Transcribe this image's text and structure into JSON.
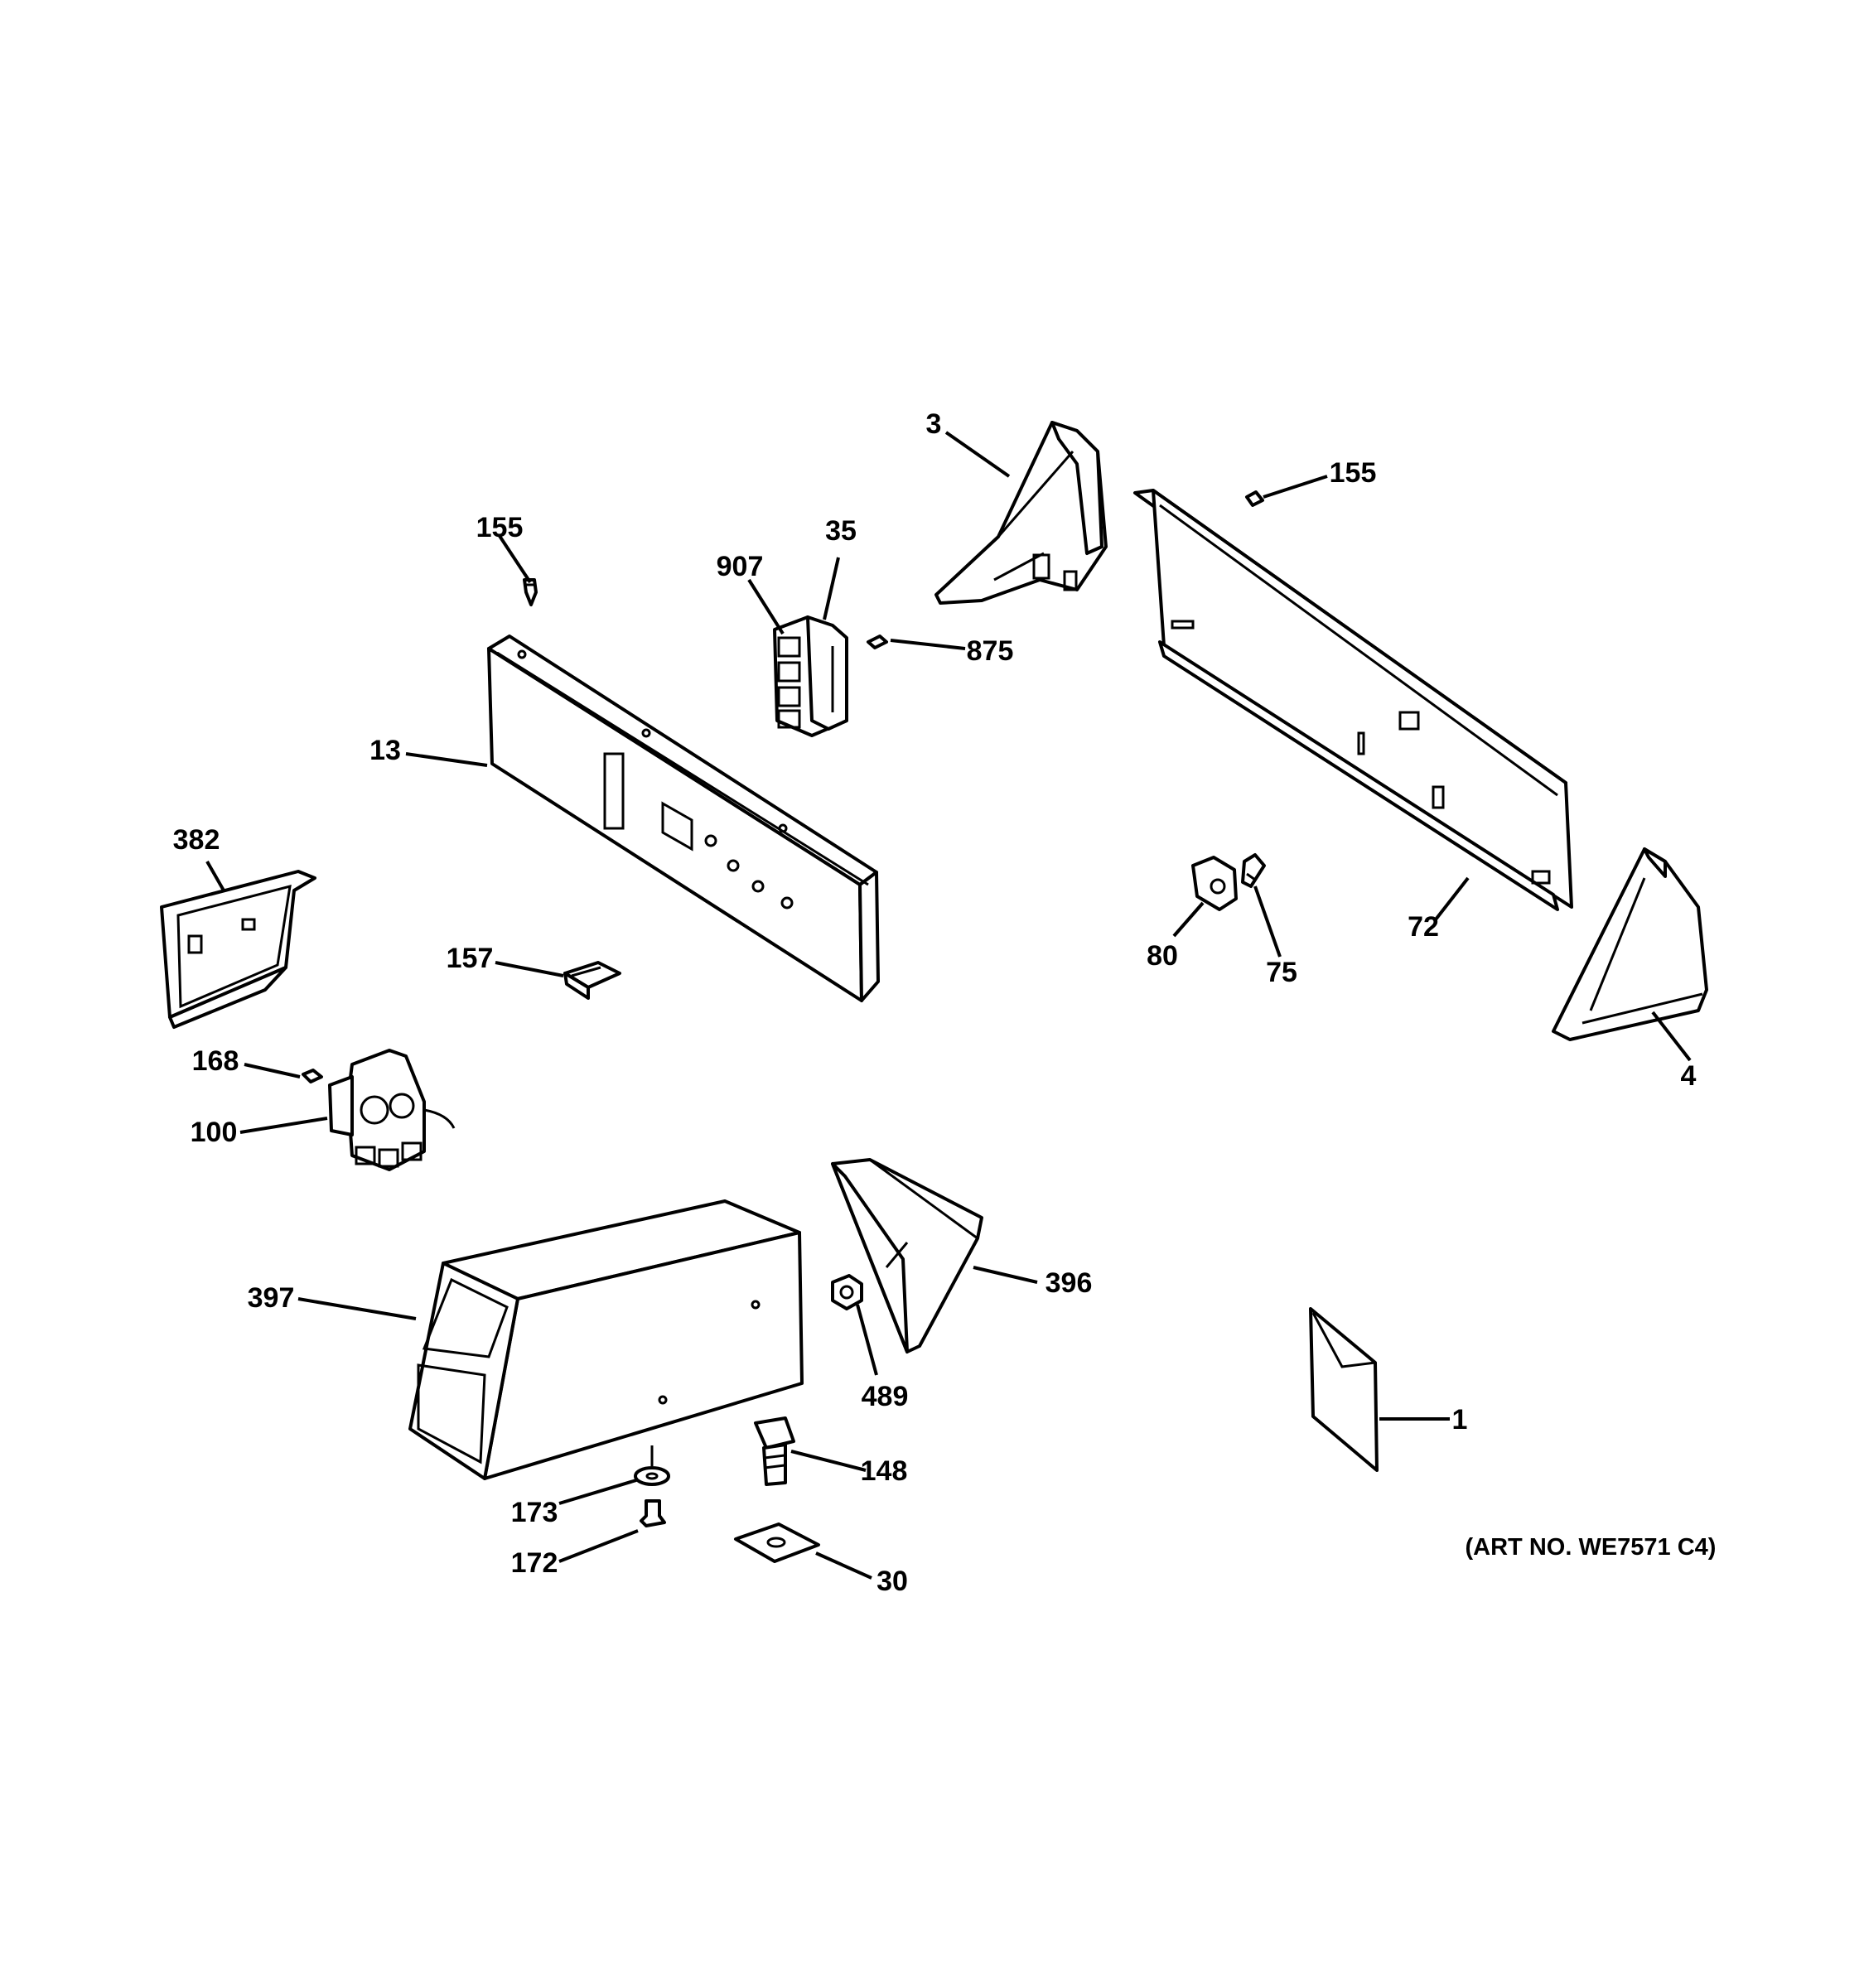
{
  "labels": {
    "l3": "3",
    "l155a": "155",
    "l155b": "155",
    "l907": "907",
    "l35": "35",
    "l875": "875",
    "l13": "13",
    "l382": "382",
    "l157": "157",
    "l168": "168",
    "l100": "100",
    "l80": "80",
    "l75": "75",
    "l72": "72",
    "l4": "4",
    "l397": "397",
    "l396": "396",
    "l489": "489",
    "l148": "148",
    "l173": "173",
    "l172": "172",
    "l30": "30",
    "l1": "1"
  },
  "art_number": "(ART NO. WE7571 C4)"
}
